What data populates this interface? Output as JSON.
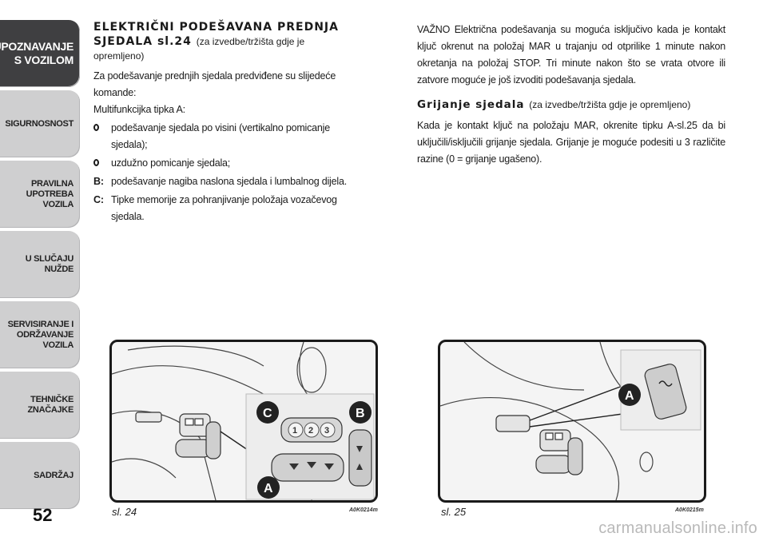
{
  "sidebar": {
    "tabs": [
      {
        "label": "UPOZNAVANJE\nS VOZILOM",
        "active": true
      },
      {
        "label": "SIGURNOSNOST"
      },
      {
        "label": "PRAVILNA\nUPOTREBA\nVOZILA"
      },
      {
        "label": "U SLUČAJU\nNUŽDE"
      },
      {
        "label": "SERVISIRANJE I\nODRŽAVANJE\nVOZILA"
      },
      {
        "label": "TEHNIČKE\nZNAČAJKE"
      },
      {
        "label": "SADRŽAJ"
      }
    ]
  },
  "page_number": "52",
  "left": {
    "heading_line1": "ELEKTRIČNI PODEŠAVANA PREDNJA",
    "heading_line2": "SJEDALA sl.24",
    "heading_note": "(za izvedbe/tržišta gdje je opremljeno)",
    "intro": "Za podešavanje prednjih sjedala predviđene su slijedeće komande:",
    "multi": "Multifunkcijka tipka A:",
    "items": [
      {
        "marker": "",
        "text": "podešavanje sjedala po visini (vertikalno pomicanje sjedala);"
      },
      {
        "marker": "",
        "text": "uzdužno pomicanje sjedala;"
      },
      {
        "marker": "B:",
        "text": "podešavanje nagiba naslona sjedala i lumbalnog dijela."
      },
      {
        "marker": "C:",
        "text": "Tipke memorije za pohranjivanje položaja vozačevog sjedala."
      }
    ]
  },
  "right": {
    "important": "VAŽNO Električna podešavanja su moguća isključivo kada je kontakt ključ okrenut na položaj MAR u trajanju od otprilike 1 minute nakon okretanja na položaj STOP. Tri minute nakon što se vrata otvore ili zatvore moguće je još izvoditi podešavanja sjedala.",
    "subheading": "Grijanje sjedala",
    "subheading_note": "(za izvedbe/tržišta gdje je opremljeno)",
    "heating": "Kada je kontakt ključ na položaju MAR, okrenite tipku A-sl.25 da bi uključili/isključili grijanje sjedala. Grijanje je moguće podesiti u 3 različite razine (0 = grijanje ugašeno)."
  },
  "figures": [
    {
      "caption": "sl. 24",
      "code": "A0K0214m",
      "labels": [
        "C",
        "B",
        "A"
      ],
      "memory_keys": [
        "1",
        "2",
        "3"
      ]
    },
    {
      "caption": "sl. 25",
      "code": "A0K0215m",
      "labels": [
        "A"
      ]
    }
  ],
  "watermark": "carmanualsonline.info",
  "colors": {
    "tab_active": "#3f3f41",
    "tab": "#cfcfd0",
    "label_circle": "#222222"
  }
}
